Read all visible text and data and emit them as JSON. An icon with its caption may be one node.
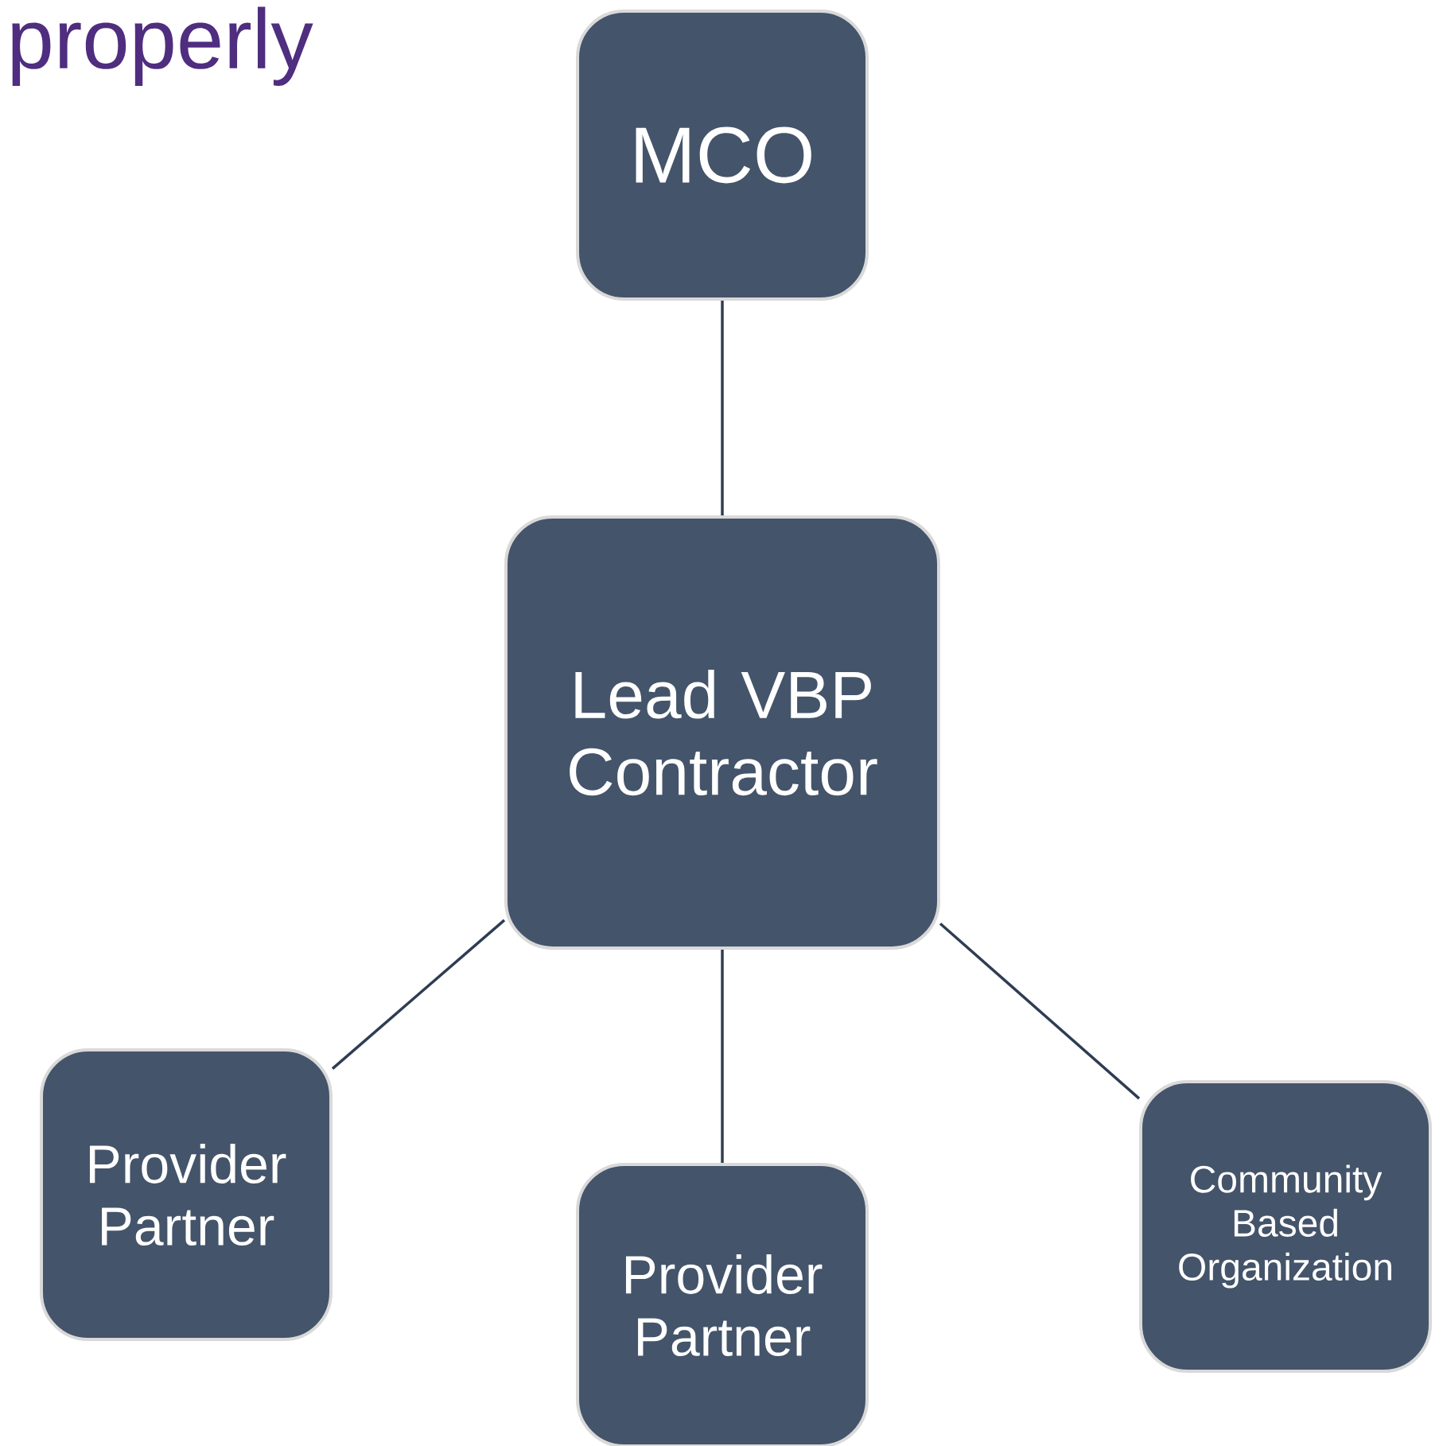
{
  "diagram": {
    "nodes": [
      {
        "text": [
          "MCO"
        ]
      },
      {
        "text": [
          "Lead VBP Contractor"
        ]
      },
      {
        "text": [
          "Provider Partner"
        ]
      },
      {
        "text": [
          "Provider Partner"
        ]
      },
      {
        "text": [
          "Community Based Organization"
        ]
      }
    ],
    "edges": [
      {
        "from": 0,
        "to": 1,
        "arrow": "none"
      },
      {
        "from": 1,
        "to": 2,
        "arrow": "none"
      },
      {
        "from": 1,
        "to": 3,
        "arrow": "none"
      },
      {
        "from": 1,
        "to": 4,
        "arrow": "none"
      }
    ],
    "labels": [
      "properly"
    ]
  }
}
